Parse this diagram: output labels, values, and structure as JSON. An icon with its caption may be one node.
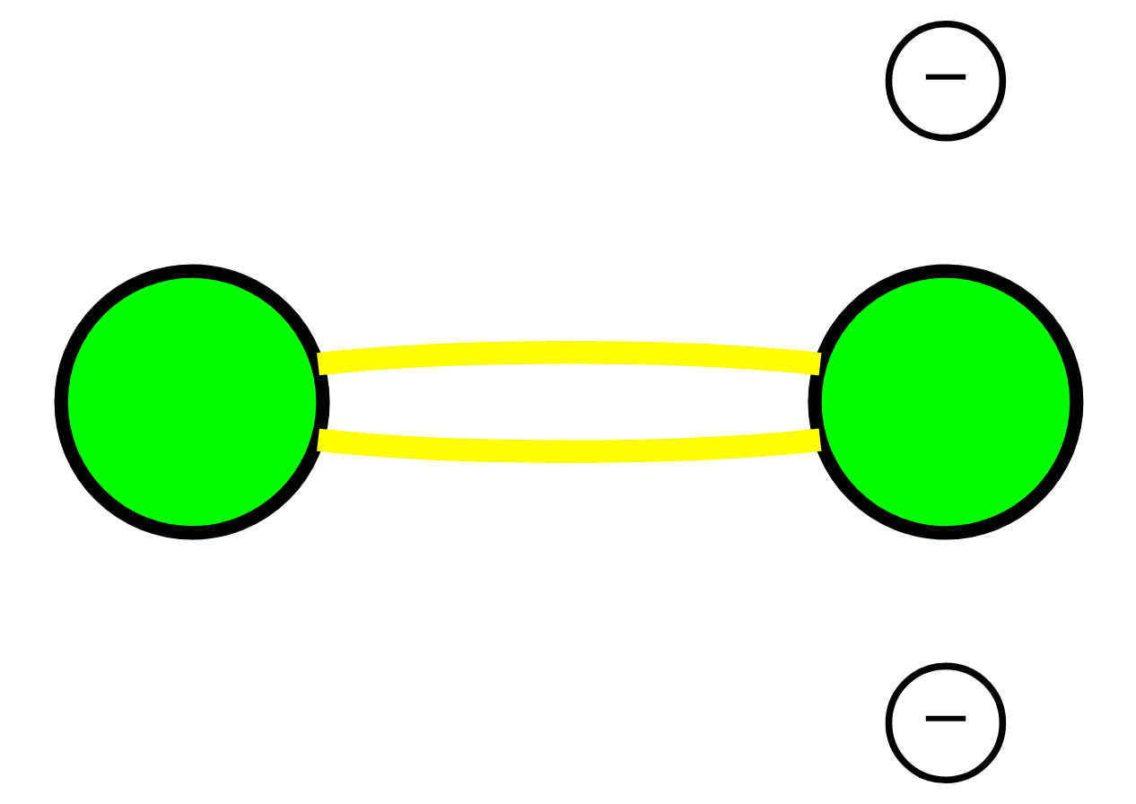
{
  "diagram": {
    "nodes": [
      {
        "text": [
          "−"
        ]
      },
      {
        "text": [],
        "shape": "circle"
      },
      {
        "text": [],
        "shape": "circle"
      },
      {
        "text": [
          "−"
        ]
      }
    ],
    "edges": [
      {
        "from": 1,
        "to": 2,
        "arrow": "none",
        "color": "#ffff00"
      },
      {
        "from": 1,
        "to": 2,
        "arrow": "none",
        "color": "#ffff00"
      }
    ]
  }
}
